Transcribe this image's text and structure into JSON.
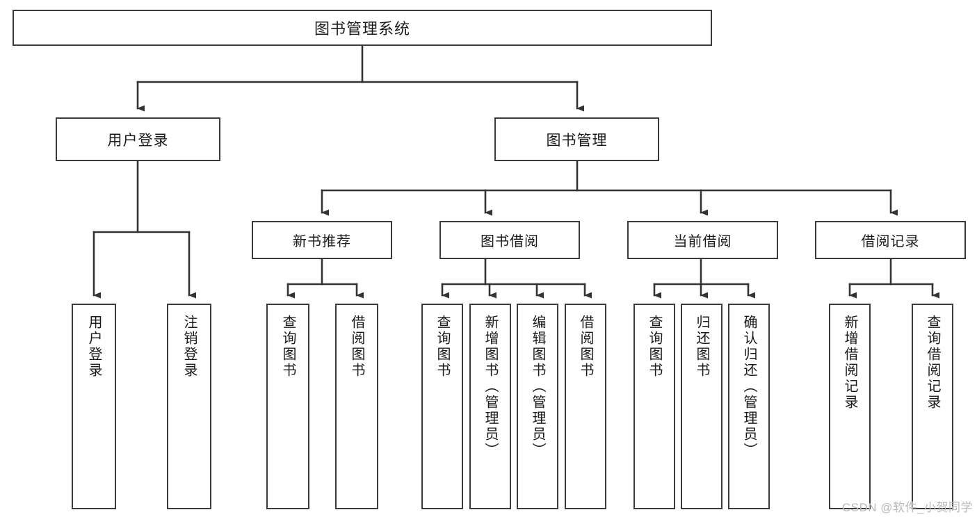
{
  "diagram": {
    "type": "tree",
    "title": "图书管理系统",
    "orientation": "top-down",
    "style": {
      "box_stroke": "#3a3a3a",
      "box_fill": "#ffffff",
      "line_color": "#333333",
      "text_color": "#1a1a1a",
      "background": "#ffffff"
    },
    "root": {
      "label": "图书管理系统",
      "children": [
        {
          "label": "用户登录",
          "children": [
            {
              "label": "用户登录"
            },
            {
              "label": "注销登录"
            }
          ]
        },
        {
          "label": "图书管理",
          "children": [
            {
              "label": "新书推荐",
              "children": [
                {
                  "label": "查询图书"
                },
                {
                  "label": "借阅图书"
                }
              ]
            },
            {
              "label": "图书借阅",
              "children": [
                {
                  "label": "查询图书"
                },
                {
                  "label": "新增图书（管理员）"
                },
                {
                  "label": "编辑图书（管理员）"
                },
                {
                  "label": "借阅图书"
                }
              ]
            },
            {
              "label": "当前借阅",
              "children": [
                {
                  "label": "查询图书"
                },
                {
                  "label": "归还图书"
                },
                {
                  "label": "确认归还（管理员）"
                }
              ]
            },
            {
              "label": "借阅记录",
              "children": [
                {
                  "label": "新增借阅记录"
                },
                {
                  "label": "查询借阅记录"
                }
              ]
            }
          ]
        }
      ]
    }
  },
  "nodes": {
    "root": {
      "label": "图书管理系统"
    },
    "user_login": {
      "label": "用户登录"
    },
    "book_manage": {
      "label": "图书管理"
    },
    "new_book_rec": {
      "label": "新书推荐"
    },
    "book_borrow": {
      "label": "图书借阅"
    },
    "current_borrow": {
      "label": "当前借阅"
    },
    "borrow_record": {
      "label": "借阅记录"
    },
    "leaf_user_login": {
      "label": "用户登录"
    },
    "leaf_logout": {
      "label": "注销登录"
    },
    "leaf_query_book_1": {
      "label": "查询图书"
    },
    "leaf_borrow_book_1": {
      "label": "借阅图书"
    },
    "leaf_query_book_2": {
      "label": "查询图书"
    },
    "leaf_add_book": {
      "label": "新增图书（管理员）"
    },
    "leaf_edit_book": {
      "label": "编辑图书（管理员）"
    },
    "leaf_borrow_book_2": {
      "label": "借阅图书"
    },
    "leaf_query_book_3": {
      "label": "查询图书"
    },
    "leaf_return_book": {
      "label": "归还图书"
    },
    "leaf_confirm_return": {
      "label": "确认归还（管理员）"
    },
    "leaf_add_record": {
      "label": "新增借阅记录"
    },
    "leaf_query_record": {
      "label": "查询借阅记录"
    }
  },
  "watermark": {
    "text": "CSDN @软件_小贺同学"
  }
}
